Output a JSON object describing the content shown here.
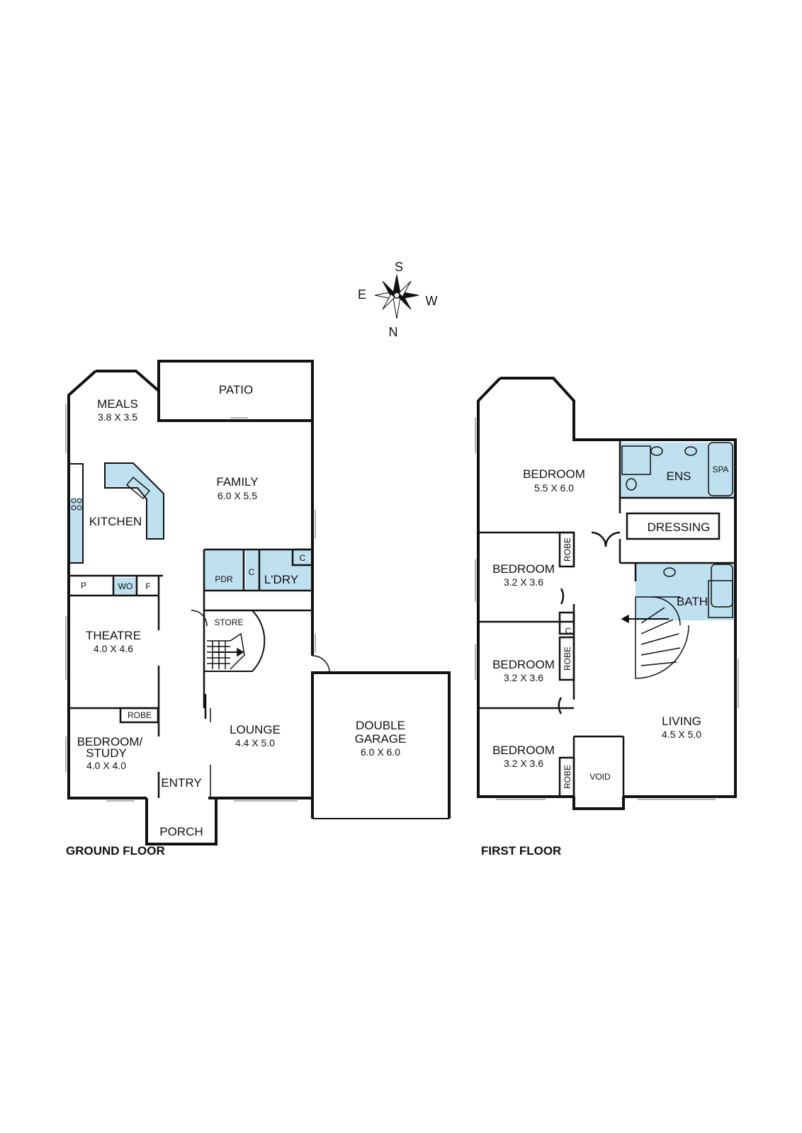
{
  "compass": {
    "n": "N",
    "s": "S",
    "e": "E",
    "w": "W"
  },
  "colors": {
    "wall": "#111111",
    "wet_area": "#bfe0ef",
    "background": "#ffffff"
  },
  "ground_floor": {
    "caption": "GROUND FLOOR",
    "rooms": {
      "meals": {
        "name": "MEALS",
        "dims": "3.8 X 3.5"
      },
      "patio": {
        "name": "PATIO"
      },
      "family": {
        "name": "FAMILY",
        "dims": "6.0 X 5.5"
      },
      "kitchen": {
        "name": "KITCHEN"
      },
      "pantry": {
        "name": "P"
      },
      "walk_in": {
        "name": "WO"
      },
      "fridge": {
        "name": "F"
      },
      "pdr": {
        "name": "PDR"
      },
      "cupboard1": {
        "name": "C"
      },
      "laundry": {
        "name": "L'DRY"
      },
      "cupboard2": {
        "name": "C"
      },
      "store": {
        "name": "STORE"
      },
      "theatre": {
        "name": "THEATRE",
        "dims": "4.0 X 4.6"
      },
      "robe": {
        "name": "ROBE"
      },
      "bedroom_study": {
        "name1": "BEDROOM/",
        "name2": "STUDY",
        "dims": "4.0 X 4.0"
      },
      "lounge": {
        "name": "LOUNGE",
        "dims": "4.4 X 5.0"
      },
      "garage": {
        "name1": "DOUBLE",
        "name2": "GARAGE",
        "dims": "6.0 X 6.0"
      },
      "entry": {
        "name": "ENTRY"
      },
      "porch": {
        "name": "PORCH"
      }
    }
  },
  "first_floor": {
    "caption": "FIRST FLOOR",
    "rooms": {
      "master": {
        "name": "BEDROOM",
        "dims": "5.5 X 6.0"
      },
      "ens": {
        "name": "ENS"
      },
      "spa": {
        "name": "SPA"
      },
      "dressing": {
        "name": "DRESSING"
      },
      "bed2": {
        "name": "BEDROOM",
        "dims": "3.2 X 3.6"
      },
      "robe2": {
        "name": "ROBE"
      },
      "bath": {
        "name": "BATH"
      },
      "cupboard": {
        "name": "C"
      },
      "bed3": {
        "name": "BEDROOM",
        "dims": "3.2 X 3.6"
      },
      "robe3": {
        "name": "ROBE"
      },
      "living": {
        "name": "LIVING",
        "dims": "4.5 X 5.0"
      },
      "bed4": {
        "name": "BEDROOM",
        "dims": "3.2 X 3.6"
      },
      "robe4": {
        "name": "ROBE"
      },
      "void": {
        "name": "VOID"
      }
    }
  }
}
